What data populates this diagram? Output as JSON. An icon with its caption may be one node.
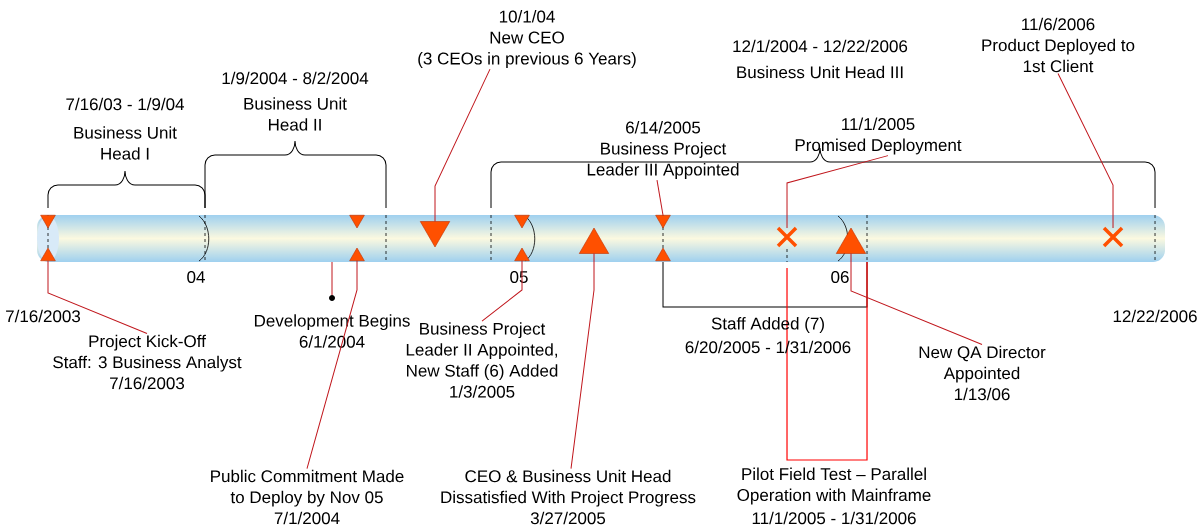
{
  "diagram": {
    "nodes": [
      {
        "text": [
          "10/1/04",
          "New CEO",
          "(3 CEOs in previous 6 Years)"
        ]
      },
      {
        "text": [
          "11/6/2006",
          "Product Deployed to 1st Client"
        ]
      },
      {
        "text": [
          "6/14/2005",
          "Business Project Leader III Appointed"
        ]
      },
      {
        "text": [
          "11/1/2005",
          "Promised Deployment"
        ]
      },
      {
        "text": [
          "Project Kick-Off",
          "Staff: 3 Business Analyst",
          "7/16/2003"
        ]
      },
      {
        "text": [
          "Development Begins",
          "6/1/2004"
        ]
      },
      {
        "text": [
          "Business Project Leader II Appointed, New Staff (6) Added",
          "1/3/2005"
        ]
      },
      {
        "text": [
          "Public Commitment Made to Deploy by Nov 05",
          "7/1/2004"
        ]
      },
      {
        "text": [
          "CEO & Business Unit Head Dissatisfied With Project Progress",
          "3/27/2005"
        ]
      },
      {
        "text": [
          "New QA Director Appointed",
          "1/13/06"
        ]
      },
      {
        "text": [],
        "shape": "triangle"
      },
      {
        "text": [],
        "shape": "triangle"
      },
      {
        "text": [],
        "shape": "triangle"
      },
      {
        "text": [],
        "shape": "triangle"
      },
      {
        "text": [],
        "shape": "triangle"
      },
      {
        "text": [],
        "shape": "triangle"
      },
      {
        "text": [],
        "shape": "triangle"
      },
      {
        "text": [],
        "shape": "triangle"
      },
      {
        "text": [],
        "shape": "triangle"
      },
      {
        "text": [],
        "shape": "triangle"
      },
      {
        "text": [],
        "shape": "triangle"
      },
      {
        "text": [],
        "shape": "cross"
      },
      {
        "text": [],
        "shape": "cross"
      },
      {
        "text": [],
        "shape": "circle"
      }
    ],
    "edges": [
      {
        "from": 0,
        "to": 14,
        "arrow": "none"
      },
      {
        "from": 1,
        "to": 22,
        "arrow": "none"
      },
      {
        "from": 2,
        "to": 18,
        "arrow": "none"
      },
      {
        "from": 3,
        "to": 21,
        "arrow": "none"
      },
      {
        "from": 4,
        "to": 11,
        "arrow": "none"
      },
      {
        "from": 23,
        "to": null,
        "arrow": "none"
      },
      {
        "from": 6,
        "to": 16,
        "arrow": "none"
      },
      {
        "from": 7,
        "to": 13,
        "arrow": "none"
      },
      {
        "from": 8,
        "to": 17,
        "arrow": "none"
      },
      {
        "from": 9,
        "to": 20,
        "arrow": "none"
      }
    ],
    "labels": [
      "7/16/03 - 1/9/04",
      "Business Unit Head I",
      "1/9/2004 - 8/2/2004",
      "Business Unit Head II",
      "12/1/2004 - 12/22/2006",
      "Business Unit Head III",
      "04",
      "05",
      "06",
      "7/16/2003",
      "Staff Added (7)",
      "6/20/2005 - 1/31/2006",
      "12/22/2006",
      "Pilot Field Test – Parallel Operation with Mainframe",
      "11/1/2005 - 1/31/2006"
    ]
  }
}
